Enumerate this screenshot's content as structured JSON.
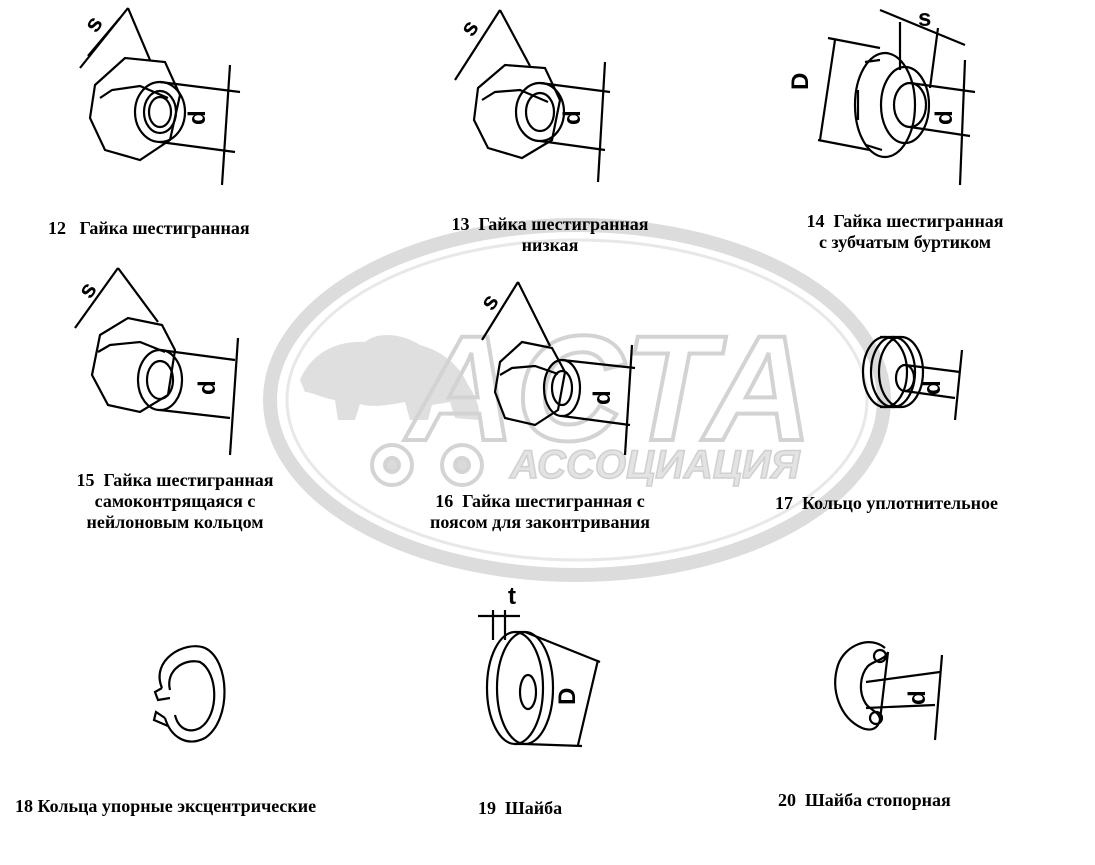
{
  "watermark": {
    "logo_text": "ACTA",
    "sub_text": "АССОЦИАЦИЯ"
  },
  "dimension_labels": {
    "s": "s",
    "d": "d",
    "D": "D",
    "t": "t"
  },
  "captions": {
    "c12": {
      "num": "12",
      "line1": "Гайка шестигранная"
    },
    "c13": {
      "num": "13",
      "line1": "Гайка шестигранная",
      "line2": "низкая"
    },
    "c14": {
      "num": "14",
      "line1": "Гайка шестигранная",
      "line2": "с зубчатым буртиком"
    },
    "c15": {
      "num": "15",
      "line1": "Гайка шестигранная",
      "line2": "самоконтрящаяся с",
      "line3": "нейлоновым кольцом"
    },
    "c16": {
      "num": "16",
      "line1": "Гайка шестигранная с",
      "line2": "поясом для законтривания"
    },
    "c17": {
      "num": "17",
      "line1": "Кольцо уплотнительное"
    },
    "c18": {
      "num": "18",
      "line1": "Кольца упорные эксцентрические"
    },
    "c19": {
      "num": "19",
      "line1": "Шайба"
    },
    "c20": {
      "num": "20",
      "line1": "Шайба стопорная"
    }
  }
}
